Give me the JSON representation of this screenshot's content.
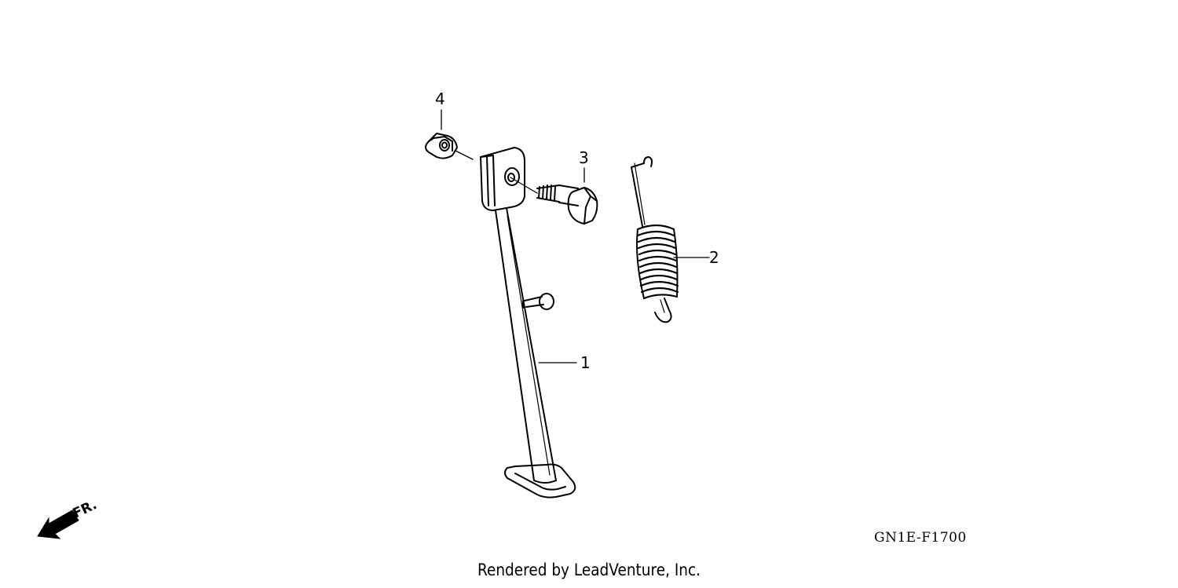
{
  "parts": [
    {
      "ref": "1"
    },
    {
      "ref": "2"
    },
    {
      "ref": "3"
    },
    {
      "ref": "4"
    }
  ],
  "direction_marker": {
    "label": "FR."
  },
  "diagram_code": "GN1E-F1700",
  "footer": {
    "text": "Rendered by LeadVenture, Inc."
  }
}
